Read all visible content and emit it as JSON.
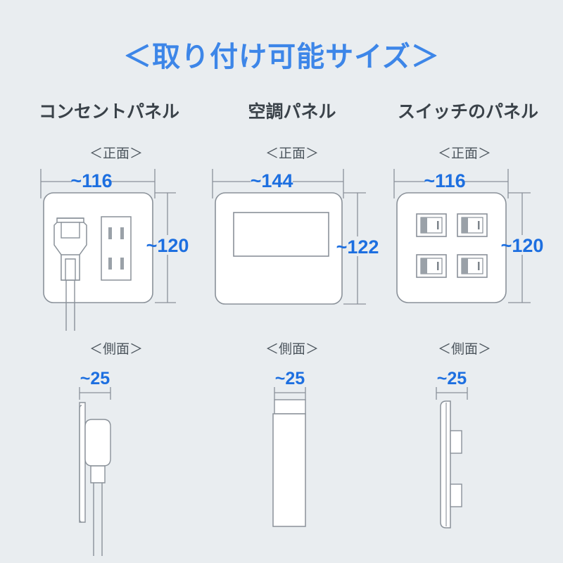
{
  "page": {
    "background_color": "#e9edf0",
    "title": "＜取り付け可能サイズ＞",
    "title_color": "#3d86e8",
    "dimension_color": "#1d6fe0",
    "line_color": "#8a9199",
    "panel_fill": "#ffffff",
    "label_color": "#4d565e"
  },
  "columns": [
    {
      "header": "コンセントパネル",
      "front": {
        "label": "＜正面＞",
        "width_dim": "~116",
        "height_dim": "~120"
      },
      "side": {
        "label": "＜側面＞",
        "depth_dim": "~25"
      }
    },
    {
      "header": "空調パネル",
      "front": {
        "label": "＜正面＞",
        "width_dim": "~144",
        "height_dim": "~122"
      },
      "side": {
        "label": "＜側面＞",
        "depth_dim": "~25"
      }
    },
    {
      "header": "スイッチのパネル",
      "front": {
        "label": "＜正面＞",
        "width_dim": "~116",
        "height_dim": "~120"
      },
      "side": {
        "label": "＜側面＞",
        "depth_dim": "~25"
      }
    }
  ]
}
